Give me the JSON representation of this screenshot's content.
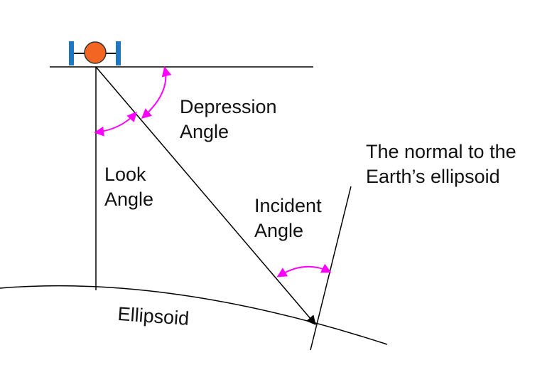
{
  "labels": {
    "depression_line1": "Depression",
    "depression_line2": "Angle",
    "look_line1": "Look",
    "look_line2": "Angle",
    "incident_line1": "Incident",
    "incident_line2": "Angle",
    "normal_line1": "The normal to the",
    "normal_line2": "Earth’s ellipsoid",
    "ellipsoid": "Ellipsoid"
  },
  "colors": {
    "line": "#000000",
    "angle_arrow": "#ff00ff",
    "sensor_body": "#f26522",
    "sensor_panels": "#1f77c4"
  },
  "icons": {
    "sensor": "satellite-sensor-icon"
  }
}
